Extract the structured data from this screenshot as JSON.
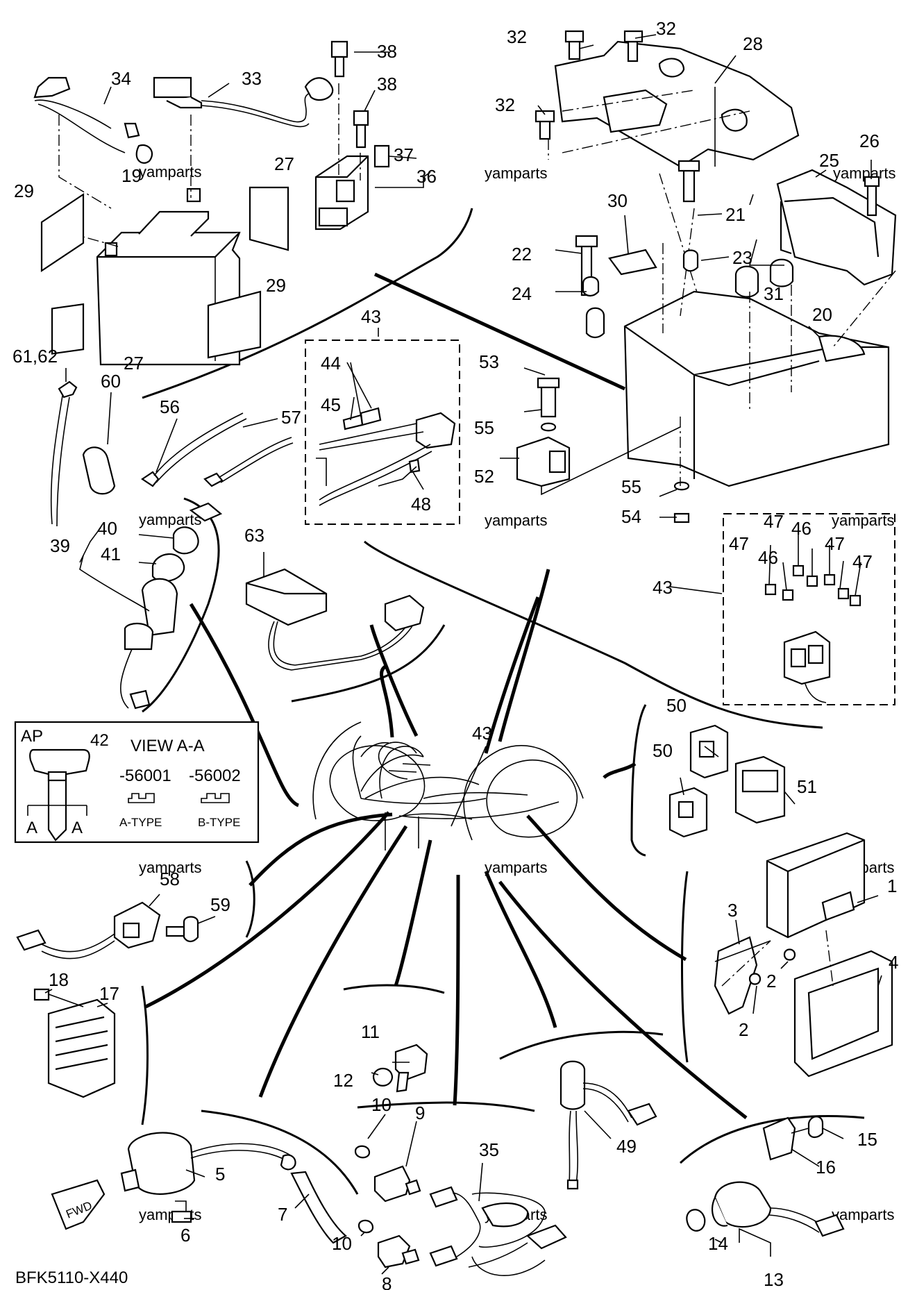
{
  "diagram_code": "BFK5110-X440",
  "watermark": "yamparts",
  "fwd_label": "FWD",
  "inset": {
    "ap_label": "AP",
    "key_part": "42",
    "view_title": "VIEW A-A",
    "code_a": "-56001",
    "code_b": "-56002",
    "type_a": "A-TYPE",
    "type_b": "B-TYPE",
    "section_a_left": "A",
    "section_a_right": "A"
  },
  "callouts": [
    "1",
    "2",
    "2",
    "3",
    "4",
    "5",
    "6",
    "7",
    "8",
    "9",
    "10",
    "10",
    "11",
    "12",
    "13",
    "14",
    "15",
    "16",
    "17",
    "18",
    "19",
    "20",
    "21",
    "22",
    "23",
    "24",
    "25",
    "26",
    "27",
    "27",
    "28",
    "29",
    "29",
    "30",
    "31",
    "32",
    "32",
    "32",
    "33",
    "34",
    "35",
    "36",
    "37",
    "38",
    "38",
    "39",
    "40",
    "41",
    "43",
    "43",
    "43",
    "44",
    "45",
    "46",
    "46",
    "47",
    "47",
    "47",
    "47",
    "48",
    "49",
    "50",
    "50",
    "51",
    "52",
    "53",
    "54",
    "55",
    "55",
    "56",
    "57",
    "58",
    "59",
    "60",
    "61,62",
    "63"
  ]
}
